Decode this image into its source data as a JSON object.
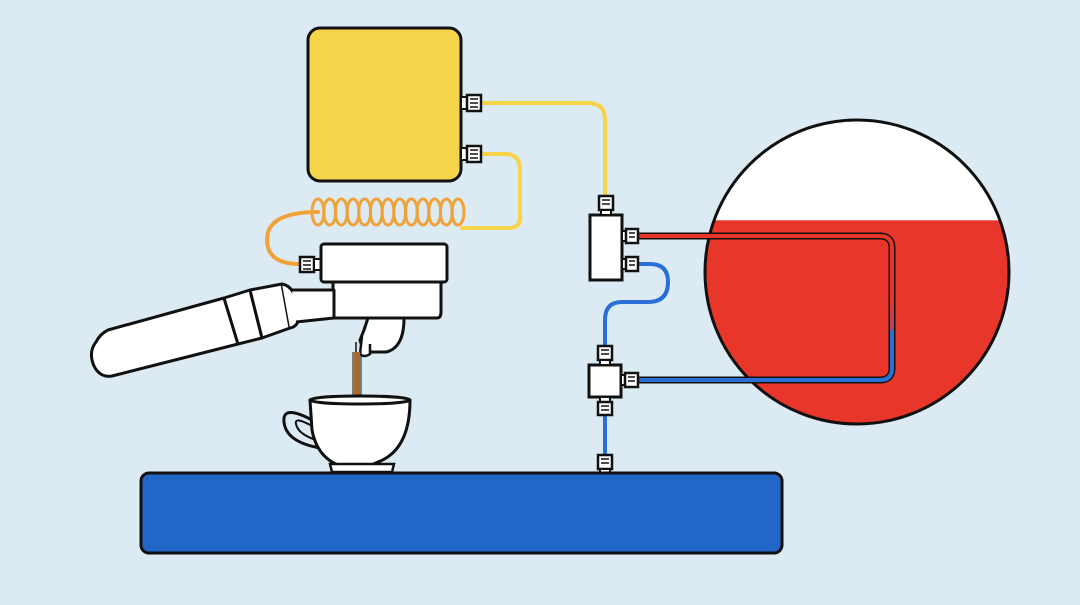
{
  "diagram": {
    "components": [
      "control-box",
      "coiled-cable",
      "group-head",
      "portafilter",
      "coffee-stream",
      "espresso-cup",
      "splitter-upper",
      "splitter-lower",
      "boiler-tank",
      "water-reservoir"
    ],
    "boiler_fill_fraction": 0.67
  },
  "colors": {
    "background": "#dceaf4",
    "control_box": "#f5d44a",
    "signal_wire": "#f6d448",
    "heater_coil": "#f0a238",
    "hot_water": "#e8362a",
    "cold_water": "#2a6fd6",
    "reservoir": "#2266c8",
    "coffee": "#a8692a",
    "outline": "#111111",
    "white": "#ffffff"
  }
}
